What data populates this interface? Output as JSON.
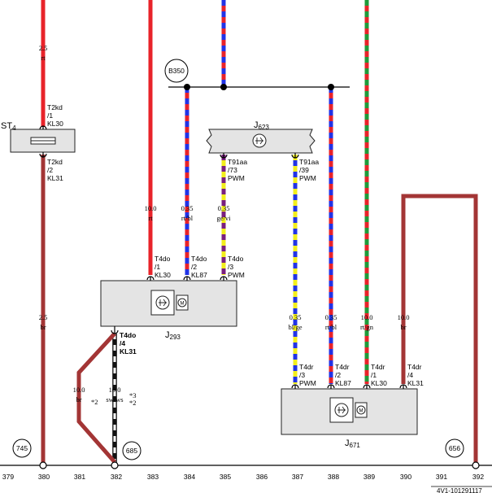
{
  "components": {
    "st4": {
      "name": "ST",
      "sub": "4"
    },
    "j623": {
      "name": "J",
      "sub": "623"
    },
    "j293": {
      "name": "J",
      "sub": "293"
    },
    "j671": {
      "name": "J",
      "sub": "671"
    }
  },
  "refs": {
    "b350": "B350",
    "r745": "745",
    "r685": "685",
    "r656": "656"
  },
  "wires": {
    "w380_top": {
      "size": "2.5",
      "color": "rt"
    },
    "w380_bot": {
      "size": "2.5",
      "color": "br"
    },
    "w383": {
      "size": "10.0",
      "color": "rt"
    },
    "w384": {
      "size": "0.35",
      "color": "rt/bl"
    },
    "w385": {
      "size": "0.35",
      "color": "ge/vi"
    },
    "w381": {
      "size": "10.0",
      "color": "br"
    },
    "w382": {
      "size": "10.0",
      "color": "sw/ws"
    },
    "w387": {
      "size": "0.35",
      "color": "bl/ge"
    },
    "w388": {
      "size": "0.35",
      "color": "rt/bl"
    },
    "w389": {
      "size": "10.0",
      "color": "rt/gn"
    },
    "w390": {
      "size": "10.0",
      "color": "br"
    }
  },
  "pins": {
    "st4_top": [
      "T2kd",
      "/1",
      "KL30"
    ],
    "st4_bot": [
      "T2kd",
      "/2",
      "KL31"
    ],
    "j623_a": [
      "T91aa",
      "/73",
      "PWM"
    ],
    "j623_b": [
      "T91aa",
      "/39",
      "PWM"
    ],
    "j293_1": [
      "T4do",
      "/1",
      "KL30"
    ],
    "j293_2": [
      "T4do",
      "/2",
      "KL87"
    ],
    "j293_3": [
      "T4do",
      "/3",
      "PWM"
    ],
    "j293_4": [
      "T4do",
      "/4",
      "KL31"
    ],
    "j671_3": [
      "T4dr",
      "/3",
      "PWM"
    ],
    "j671_2": [
      "T4dr",
      "/2",
      "KL87"
    ],
    "j671_1": [
      "T4dr",
      "/1",
      "KL30"
    ],
    "j671_4": [
      "T4dr",
      "/4",
      "KL31"
    ]
  },
  "footnotes": {
    "left": "*2",
    "right_top": "*3",
    "right_bot": "*2"
  },
  "columns": [
    "379",
    "380",
    "381",
    "382",
    "383",
    "384",
    "385",
    "386",
    "387",
    "388",
    "389",
    "390",
    "391",
    "392"
  ],
  "doc_id": "4V1-101291117",
  "wire_colors": {
    "rt": "#e8232a",
    "bl": "#2233e6",
    "br": "#a33535",
    "ge": "#f2ee1c",
    "vi": "#7a1f7d",
    "gn": "#1f9a3a",
    "sw": "#111111",
    "ws": "#ffffff",
    "box": "#e4e4e4"
  }
}
